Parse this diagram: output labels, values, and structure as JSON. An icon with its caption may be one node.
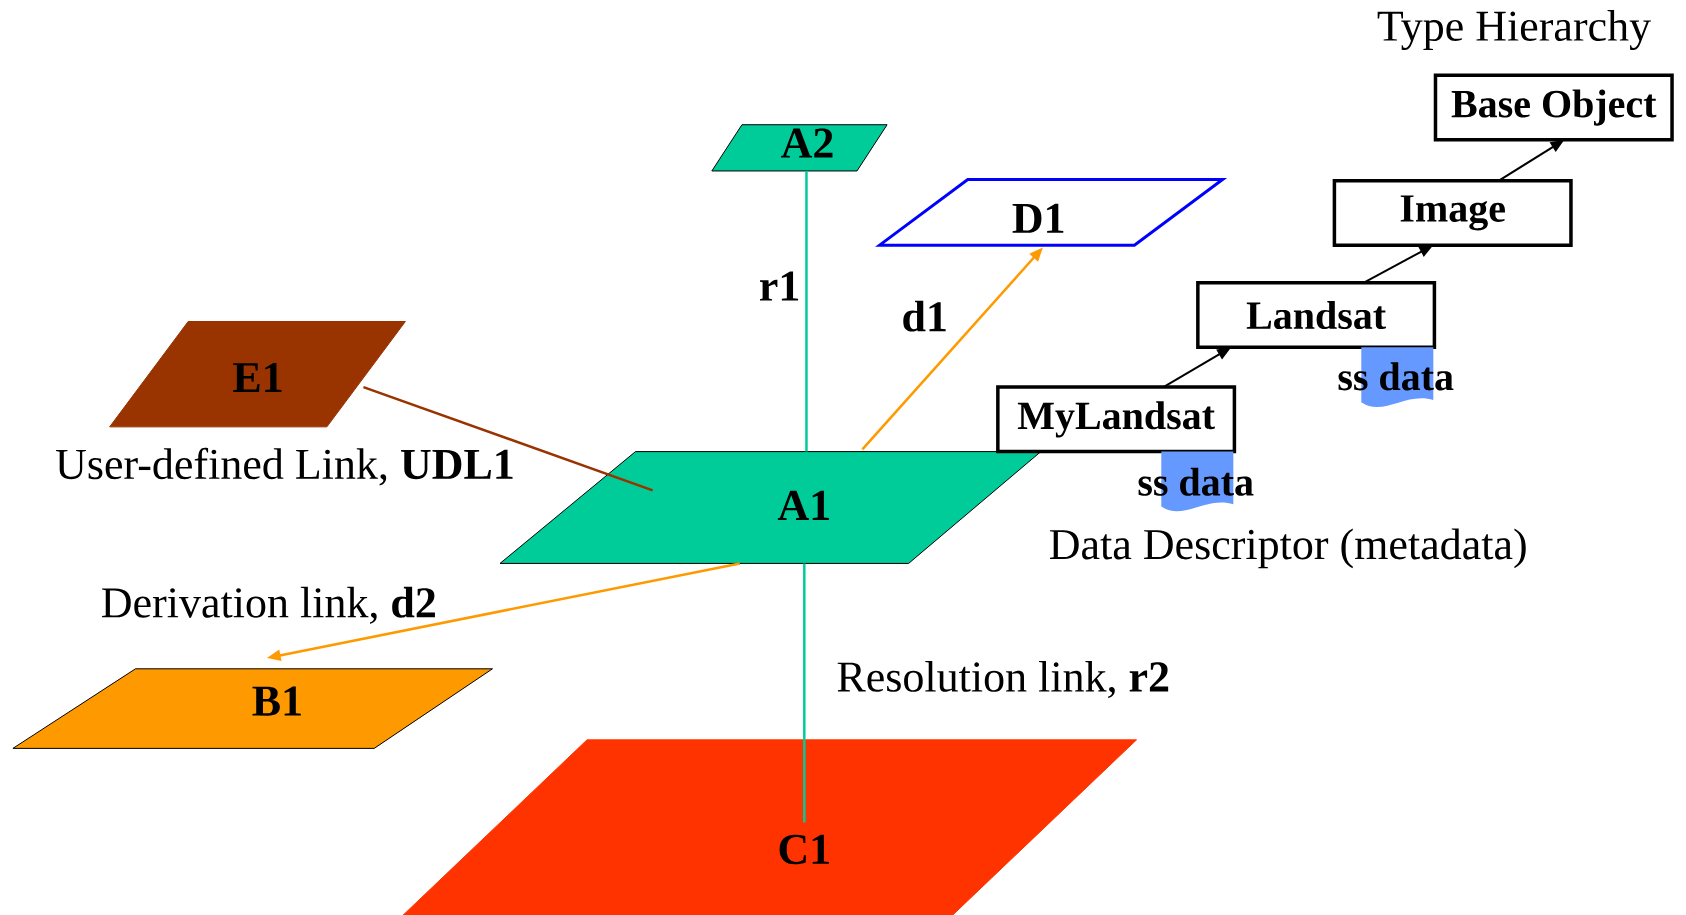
{
  "diagram": {
    "nodes": [
      {
        "text": [
          "A2"
        ]
      },
      {
        "text": [
          "D1"
        ]
      },
      {
        "text": [
          "E1"
        ]
      },
      {
        "text": [
          "A1"
        ]
      },
      {
        "text": [
          "B1"
        ]
      },
      {
        "text": [
          "C1"
        ]
      },
      {
        "text": [
          "Base Object"
        ]
      },
      {
        "text": [
          "Image"
        ]
      },
      {
        "text": [
          "Landsat"
        ]
      },
      {
        "text": [
          "MyLandsat"
        ]
      },
      {
        "text": [
          "ss data"
        ]
      },
      {
        "text": [
          "ss data"
        ]
      }
    ],
    "edges": [
      {
        "from": 3,
        "to": 0,
        "arrow": "none",
        "label": "r1",
        "color": "#00cc99"
      },
      {
        "from": 3,
        "to": 1,
        "arrow": "to",
        "label": "d1",
        "color": "#ff9900"
      },
      {
        "from": 2,
        "to": 3,
        "arrow": "none",
        "label": "User-defined Link, **UDL1**",
        "color": "#993300"
      },
      {
        "from": 3,
        "to": 4,
        "arrow": "to",
        "label": "Derivation link, **d2**",
        "color": "#ff9900"
      },
      {
        "from": 3,
        "to": 5,
        "arrow": "none",
        "label": "Resolution link, **r2**",
        "color": "#00cc99"
      },
      {
        "from": 9,
        "to": 8,
        "arrow": "to"
      },
      {
        "from": 8,
        "to": 7,
        "arrow": "to"
      },
      {
        "from": 7,
        "to": 6,
        "arrow": "to"
      }
    ],
    "labels": [
      "Type Hierarchy",
      "Data Descriptor (metadata)"
    ]
  }
}
